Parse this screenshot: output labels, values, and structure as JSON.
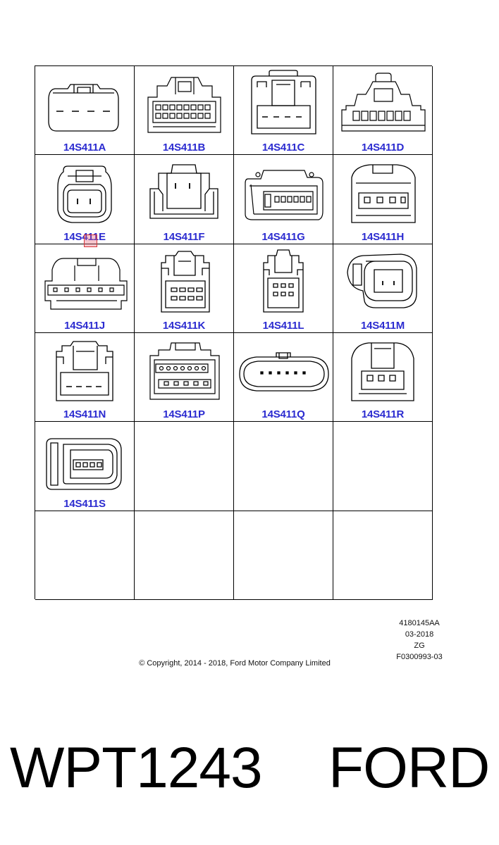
{
  "colors": {
    "label": "#2b2bd0",
    "line": "#000000",
    "highlight": "#d8373a"
  },
  "connectors": [
    {
      "label": "14S411A",
      "icon": "connector-a-icon"
    },
    {
      "label": "14S411B",
      "icon": "connector-b-icon"
    },
    {
      "label": "14S411C",
      "icon": "connector-c-icon"
    },
    {
      "label": "14S411D",
      "icon": "connector-d-icon"
    },
    {
      "label": "14S411E",
      "icon": "connector-e-icon"
    },
    {
      "label": "14S411F",
      "icon": "connector-f-icon"
    },
    {
      "label": "14S411G",
      "icon": "connector-g-icon"
    },
    {
      "label": "14S411H",
      "icon": "connector-h-icon"
    },
    {
      "label": "14S411J",
      "icon": "connector-j-icon"
    },
    {
      "label": "14S411K",
      "icon": "connector-k-icon"
    },
    {
      "label": "14S411L",
      "icon": "connector-l-icon"
    },
    {
      "label": "14S411M",
      "icon": "connector-m-icon"
    },
    {
      "label": "14S411N",
      "icon": "connector-n-icon"
    },
    {
      "label": "14S411P",
      "icon": "connector-p-icon"
    },
    {
      "label": "14S411Q",
      "icon": "connector-q-icon"
    },
    {
      "label": "14S411R",
      "icon": "connector-r-icon"
    },
    {
      "label": "14S411S",
      "icon": "connector-s-icon"
    }
  ],
  "meta": {
    "part_number": "4180145AA",
    "date": "03-2018",
    "code": "ZG",
    "figure": "F0300993-03"
  },
  "copyright": "© Copyright, 2014 - 2018, Ford Motor Company Limited",
  "footer": {
    "left": "WPT1243",
    "right": "FORD"
  }
}
